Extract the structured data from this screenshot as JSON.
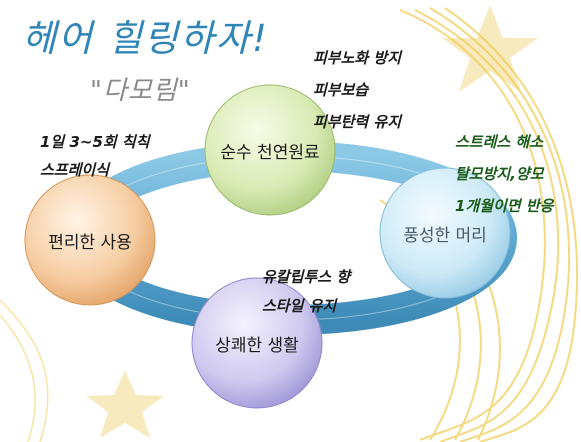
{
  "title": "헤어 힐링하자!",
  "subtitle": "\"다모림\"",
  "nodes": [
    {
      "label": "순수 천연원료"
    },
    {
      "label": "풍성한 머리"
    },
    {
      "label": "상쾌한 생활"
    },
    {
      "label": "편리한 사용"
    }
  ],
  "notes": {
    "skin": [
      "피부노화 방지",
      "피부보습",
      "피부탄력 유지"
    ],
    "usage": [
      "1일 3~5회 칙칙",
      "스프레이식"
    ],
    "hair": [
      "스트레스 해소",
      "탈모방지,양모",
      "1개월이면 반응"
    ],
    "life": [
      "유칼립투스 향",
      "스타일 유지"
    ]
  },
  "colors": {
    "title": "#2f84b8",
    "ring": "#6fb5d8",
    "circle_green": "#cfe3a4",
    "circle_blue": "#c6e6f4",
    "circle_purple": "#c9c2ea",
    "circle_orange": "#f3c296",
    "decor": "#f2c94c"
  }
}
